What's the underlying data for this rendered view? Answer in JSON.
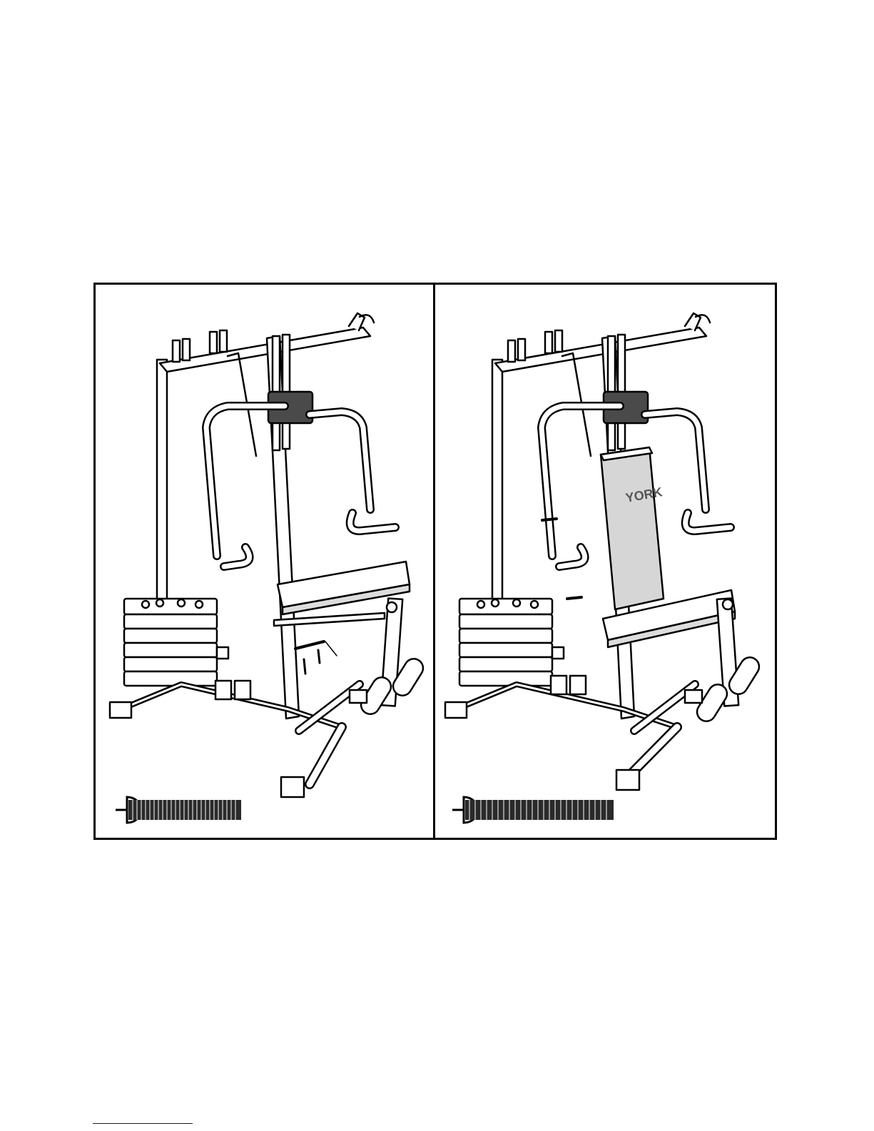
{
  "figure": {
    "panels": [
      {
        "id": "before",
        "label": ""
      },
      {
        "id": "after",
        "label": ""
      }
    ],
    "back_pad_logo_text": "YORK",
    "colors": {
      "ink": "#000000",
      "paper": "#ffffff",
      "shade": "#bdbdbd",
      "footer_rule": "#0000ee"
    }
  }
}
